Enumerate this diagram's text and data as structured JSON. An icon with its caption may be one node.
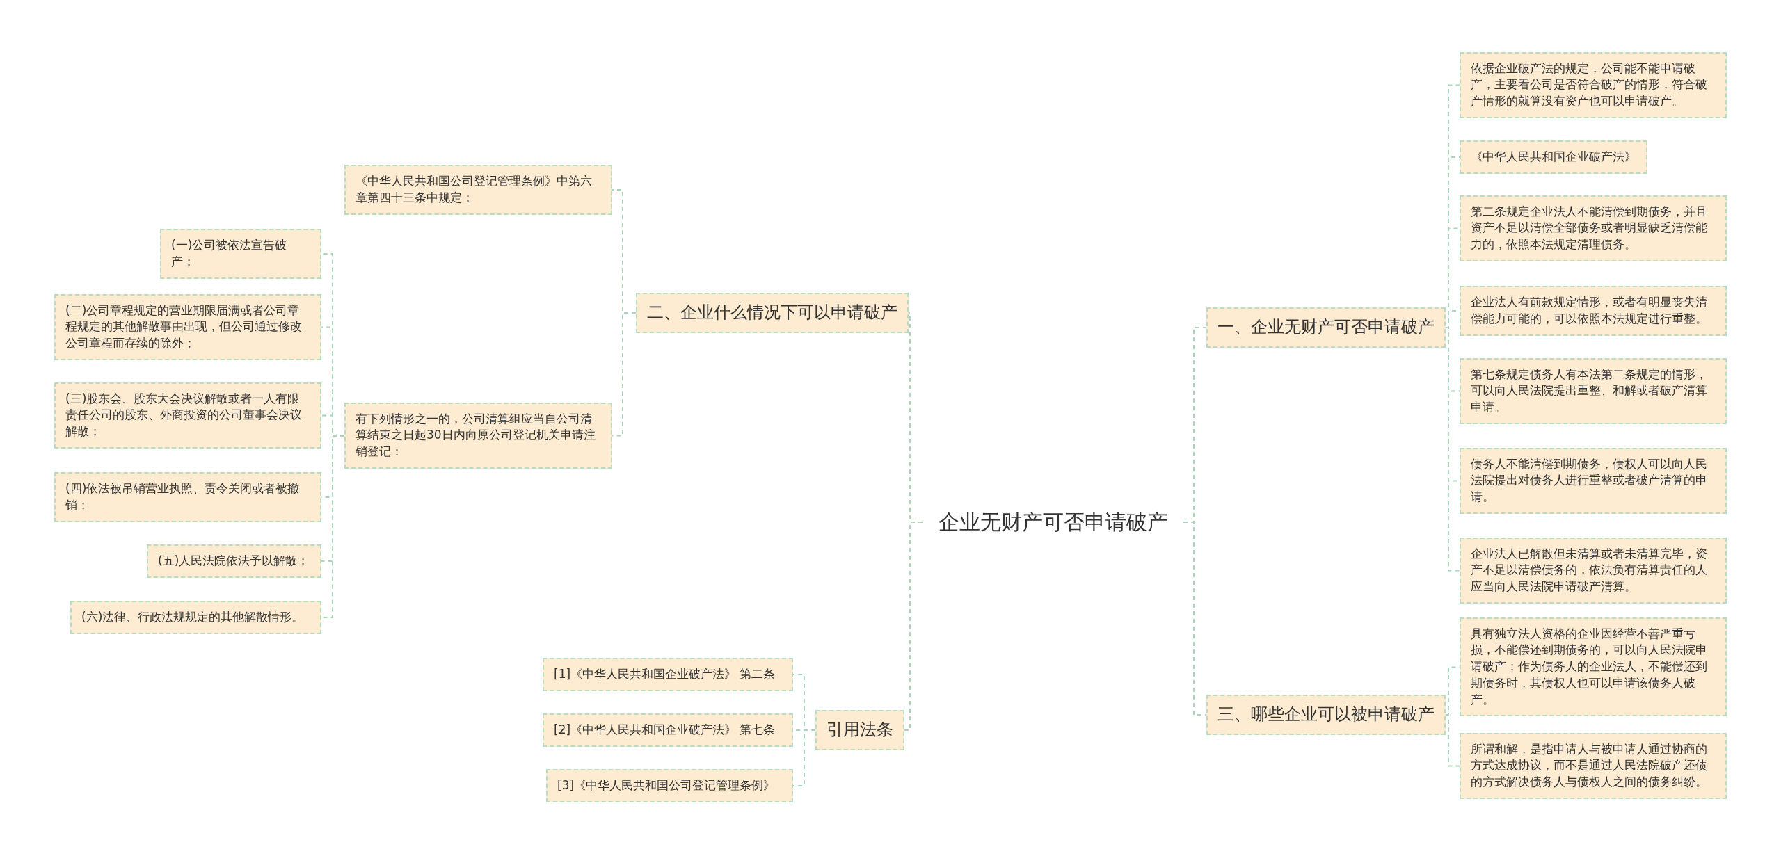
{
  "diagram": {
    "nodes": [
      {
        "text": [
          "企业无财产可否申请破产"
        ]
      },
      {
        "text": [
          "一、企业无财产可否申请破产"
        ]
      },
      {
        "text": [
          "依据企业破产法的规定，公司能不能申请破产，主要看公司是否符合破产的情形，符合破产情形的就算没有资产也可以申请破产。"
        ]
      },
      {
        "text": [
          "《中华人民共和国企业破产法》"
        ]
      },
      {
        "text": [
          "第二条规定企业法人不能清偿到期债务，并且资产不足以清偿全部债务或者明显缺乏清偿能力的，依照本法规定清理债务。"
        ]
      },
      {
        "text": [
          "企业法人有前款规定情形，或者有明显丧失清偿能力可能的，可以依照本法规定进行重整。"
        ]
      },
      {
        "text": [
          "第七条规定债务人有本法第二条规定的情形，可以向人民法院提出重整、和解或者破产清算申请。"
        ]
      },
      {
        "text": [
          "债务人不能清偿到期债务，债权人可以向人民法院提出对债务人进行重整或者破产清算的申请。"
        ]
      },
      {
        "text": [
          "企业法人已解散但未清算或者未清算完毕，资产不足以清偿债务的，依法负有清算责任的人应当向人民法院申请破产清算。"
        ]
      },
      {
        "text": [
          "三、哪些企业可以被申请破产"
        ]
      },
      {
        "text": [
          "具有独立法人资格的企业因经营不善严重亏损，不能偿还到期债务的，可以向人民法院申请破产；作为债务人的企业法人，不能偿还到期债务时，其债权人也可以申请该债务人破产。"
        ]
      },
      {
        "text": [
          "所谓和解，是指申请人与被申请人通过协商的方式达成协议，而不是通过人民法院破产还债的方式解决债务人与债权人之间的债务纠纷。"
        ]
      },
      {
        "text": [
          "二、企业什么情况下可以申请破产"
        ]
      },
      {
        "text": [
          "《中华人民共和国公司登记管理条例》中第六章第四十三条中规定："
        ]
      },
      {
        "text": [
          "有下列情形之一的，公司清算组应当自公司清算结束之日起30日内向原公司登记机关申请注销登记："
        ]
      },
      {
        "text": [
          "(一)公司被依法宣告破产；"
        ]
      },
      {
        "text": [
          "(二)公司章程规定的营业期限届满或者公司章程规定的其他解散事由出现，但公司通过修改公司章程而存续的除外；"
        ]
      },
      {
        "text": [
          "(三)股东会、股东大会决议解散或者一人有限责任公司的股东、外商投资的公司董事会决议解散；"
        ]
      },
      {
        "text": [
          "(四)依法被吊销营业执照、责令关闭或者被撤销；"
        ]
      },
      {
        "text": [
          "(五)人民法院依法予以解散；"
        ]
      },
      {
        "text": [
          "(六)法律、行政法规规定的其他解散情形。"
        ]
      },
      {
        "text": [
          "引用法条"
        ]
      },
      {
        "text": [
          "[1]《中华人民共和国企业破产法》 第二条"
        ]
      },
      {
        "text": [
          "[2]《中华人民共和国企业破产法》 第七条"
        ]
      },
      {
        "text": [
          "[3]《中华人民共和国公司登记管理条例》"
        ]
      }
    ],
    "edges": [
      {
        "from": 0,
        "to": 1,
        "arrow": "none"
      },
      {
        "from": 1,
        "to": 2,
        "arrow": "none"
      },
      {
        "from": 1,
        "to": 3,
        "arrow": "none"
      },
      {
        "from": 1,
        "to": 4,
        "arrow": "none"
      },
      {
        "from": 1,
        "to": 5,
        "arrow": "none"
      },
      {
        "from": 1,
        "to": 6,
        "arrow": "none"
      },
      {
        "from": 1,
        "to": 7,
        "arrow": "none"
      },
      {
        "from": 1,
        "to": 8,
        "arrow": "none"
      },
      {
        "from": 0,
        "to": 9,
        "arrow": "none"
      },
      {
        "from": 9,
        "to": 10,
        "arrow": "none"
      },
      {
        "from": 9,
        "to": 11,
        "arrow": "none"
      },
      {
        "from": 0,
        "to": 12,
        "arrow": "none"
      },
      {
        "from": 12,
        "to": 13,
        "arrow": "none"
      },
      {
        "from": 12,
        "to": 14,
        "arrow": "none"
      },
      {
        "from": 14,
        "to": 15,
        "arrow": "none"
      },
      {
        "from": 14,
        "to": 16,
        "arrow": "none"
      },
      {
        "from": 14,
        "to": 17,
        "arrow": "none"
      },
      {
        "from": 14,
        "to": 18,
        "arrow": "none"
      },
      {
        "from": 14,
        "to": 19,
        "arrow": "none"
      },
      {
        "from": 14,
        "to": 20,
        "arrow": "none"
      },
      {
        "from": 0,
        "to": 21,
        "arrow": "none"
      },
      {
        "from": 21,
        "to": 22,
        "arrow": "none"
      },
      {
        "from": 21,
        "to": 23,
        "arrow": "none"
      },
      {
        "from": 21,
        "to": 24,
        "arrow": "none"
      }
    ]
  }
}
